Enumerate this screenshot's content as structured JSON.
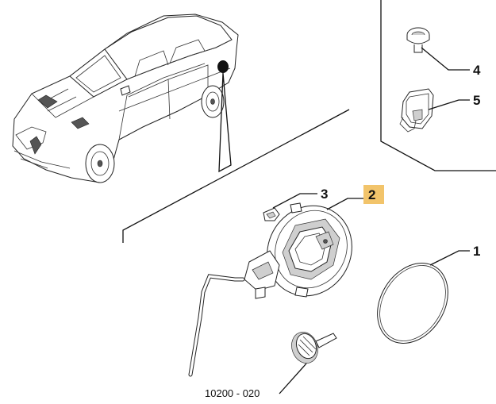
{
  "callouts": [
    {
      "id": "1",
      "label": "1",
      "highlighted": false
    },
    {
      "id": "2",
      "label": "2",
      "highlighted": true
    },
    {
      "id": "3",
      "label": "3",
      "highlighted": false
    },
    {
      "id": "4",
      "label": "4",
      "highlighted": false
    },
    {
      "id": "5",
      "label": "5",
      "highlighted": false
    }
  ],
  "reference_code": "10200 - 020",
  "colors": {
    "highlight_fill": "#f2c46b",
    "highlight_text": "#6b5a2a",
    "line": "#111111"
  }
}
